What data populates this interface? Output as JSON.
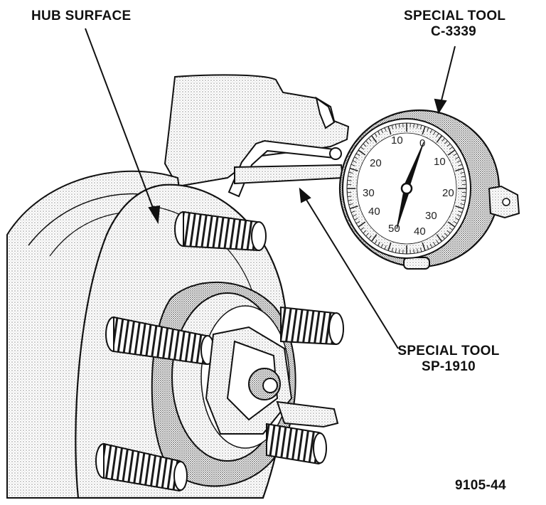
{
  "labels": {
    "hub_surface": "HUB SURFACE",
    "tool_c3339_line1": "SPECIAL TOOL",
    "tool_c3339_line2": "C-3339",
    "tool_sp1910_line1": "SPECIAL TOOL",
    "tool_sp1910_line2": "SP-1910",
    "figure_number": "9105-44"
  },
  "dial": {
    "numbers": [
      "10",
      "0",
      "10",
      "20",
      "20",
      "30",
      "40",
      "50",
      "40",
      "30"
    ]
  },
  "colors": {
    "ink": "#111111",
    "stipple": "#9a9a9a",
    "paper": "#ffffff"
  }
}
